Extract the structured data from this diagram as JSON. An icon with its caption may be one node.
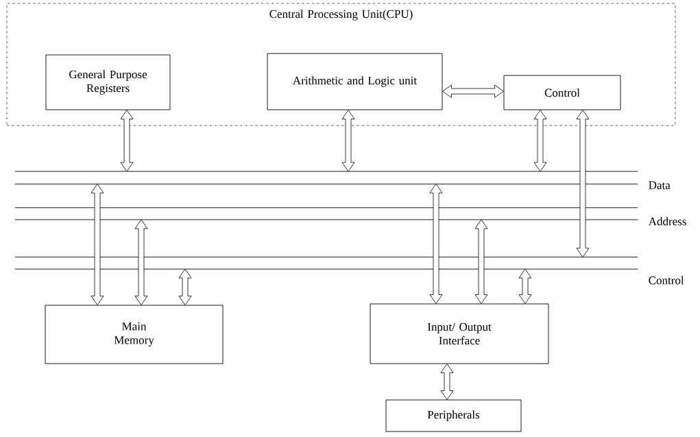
{
  "diagram": {
    "nodes": [
      {
        "text": [
          "Central Processing Unit(CPU)"
        ]
      },
      {
        "text": [
          "General Purpose Registers"
        ],
        "in": 0
      },
      {
        "text": [
          "Arithmetic and Logic unit"
        ],
        "in": 0
      },
      {
        "text": [
          "Control"
        ],
        "in": 0
      },
      {
        "text": [
          "Data"
        ]
      },
      {
        "text": [
          "Address"
        ]
      },
      {
        "text": [
          "Control"
        ]
      },
      {
        "text": [
          "Main Memory"
        ]
      },
      {
        "text": [
          "Input/ Output Interface"
        ]
      },
      {
        "text": [
          "Peripherals"
        ]
      }
    ],
    "edges": [
      {
        "from": 1,
        "to": 4,
        "arrow": "both"
      },
      {
        "from": 2,
        "to": 4,
        "arrow": "both"
      },
      {
        "from": 2,
        "to": 3,
        "arrow": "both"
      },
      {
        "from": 3,
        "to": 4,
        "arrow": "both"
      },
      {
        "from": 3,
        "to": 6,
        "arrow": "both"
      },
      {
        "from": 7,
        "to": 4,
        "arrow": "both"
      },
      {
        "from": 7,
        "to": 5,
        "arrow": "both"
      },
      {
        "from": 7,
        "to": 6,
        "arrow": "both"
      },
      {
        "from": 8,
        "to": 4,
        "arrow": "both"
      },
      {
        "from": 8,
        "to": 5,
        "arrow": "both"
      },
      {
        "from": 8,
        "to": 6,
        "arrow": "both"
      },
      {
        "from": 8,
        "to": 9,
        "arrow": "both"
      }
    ]
  }
}
